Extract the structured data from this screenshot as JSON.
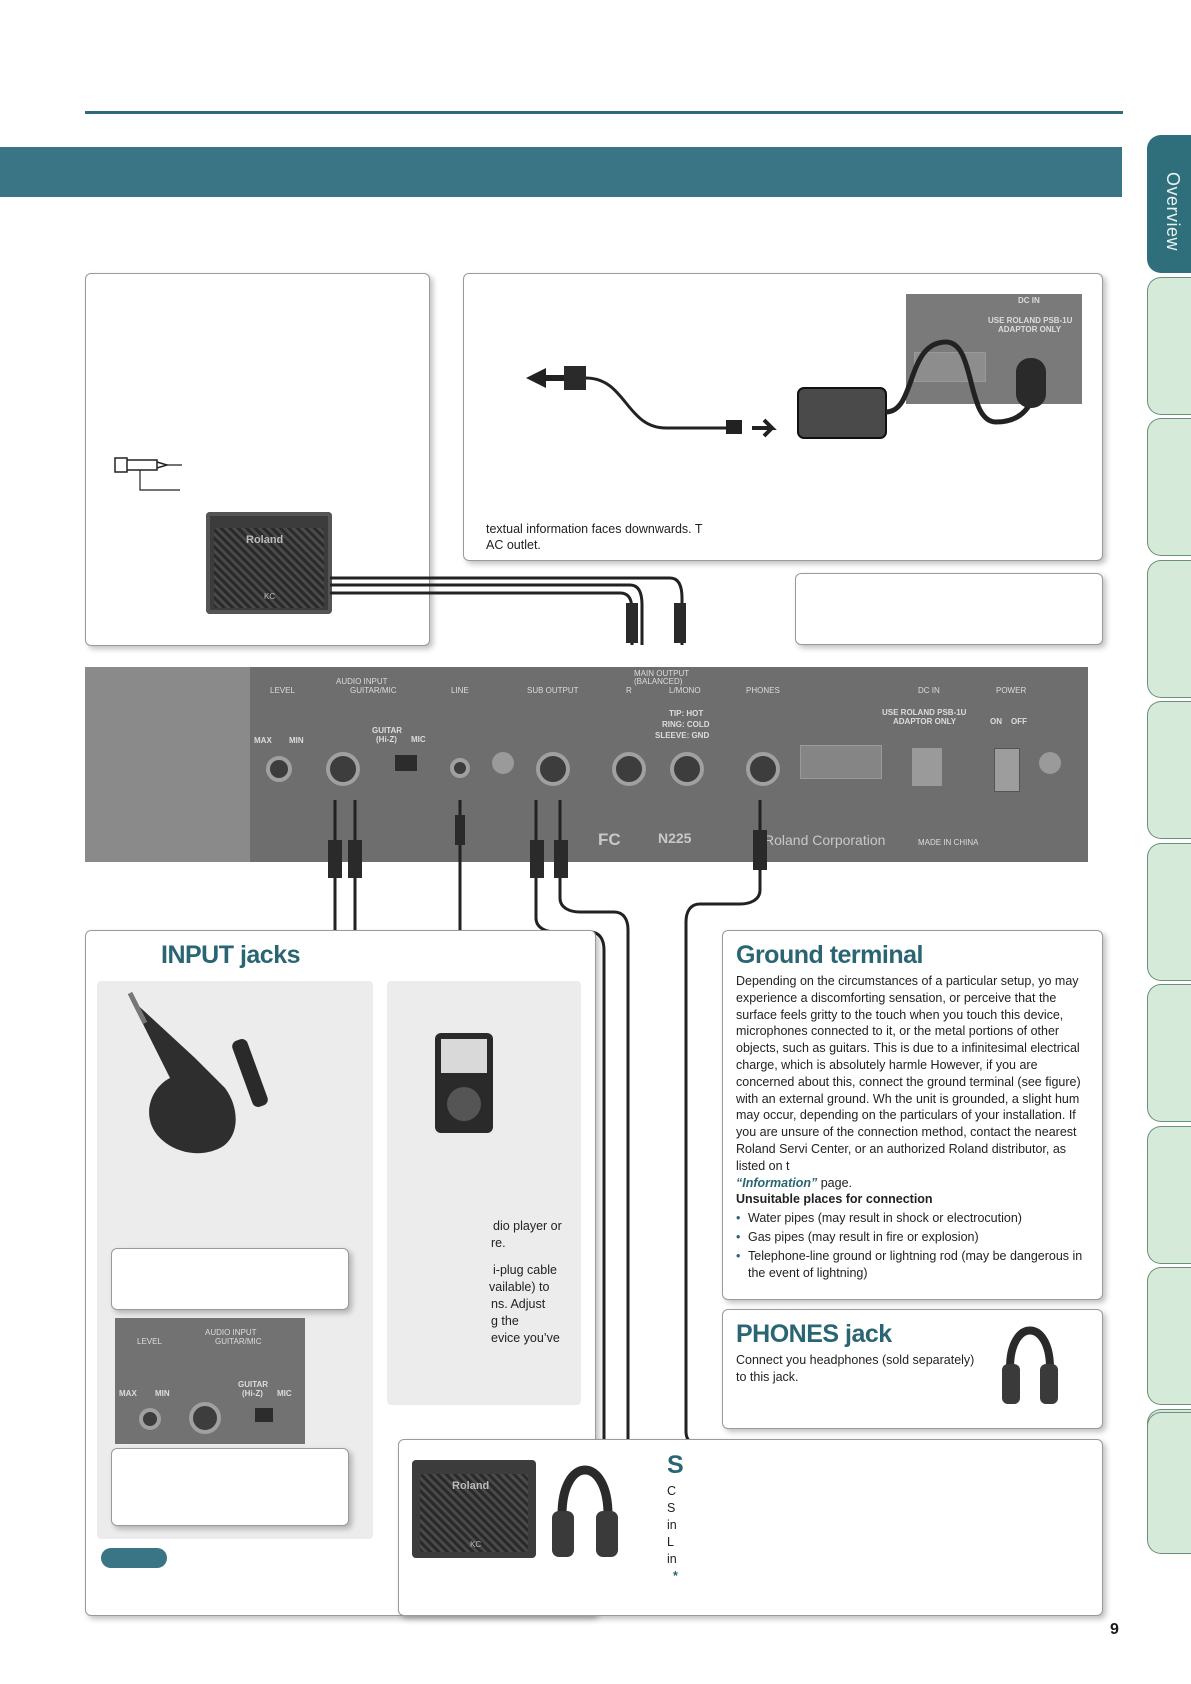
{
  "header": {
    "accent_color": "#3a7585"
  },
  "side_tabs": {
    "active_label": "Overview",
    "count": 11
  },
  "ac_box": {
    "text_line1": "textual information faces downwards.  T",
    "text_line2": "AC outlet.",
    "dc_label": "DC IN",
    "dc_note_line1": "USE ROLAND PSB-1U",
    "dc_note_line2": "ADAPTOR ONLY"
  },
  "panel": {
    "audio_input": "AUDIO INPUT",
    "level": "LEVEL",
    "guitar_mic": "GUITAR/MIC",
    "line": "LINE",
    "sub_output": "SUB OUTPUT",
    "main_output": "MAIN OUTPUT",
    "balanced": "(BALANCED)",
    "r": "R",
    "l_mono": "L/MONO",
    "phones": "PHONES",
    "dc_in": "DC IN",
    "power": "POWER",
    "adaptor1": "USE ROLAND PSB-1U",
    "adaptor2": "ADAPTOR ONLY",
    "on": "ON",
    "off": "OFF",
    "max": "MAX",
    "min": "MIN",
    "guitar": "GUITAR",
    "hiz": "(Hi-Z)",
    "mic": "MIC",
    "tip": "TIP: HOT",
    "ring": "RING: COLD",
    "sleeve": "SLEEVE: GND",
    "fcc": "FC",
    "n225": "N225",
    "corp": "Roland Corporation",
    "made": "MADE IN CHINA"
  },
  "input_section": {
    "title": "INPUT jacks",
    "line_frag": [
      "dio player or",
      "re.",
      "i-plug cable",
      "vailable) to",
      "ns. Adjust",
      "g the",
      "evice you’ve"
    ],
    "inset_audio_input": "AUDIO INPUT",
    "inset_level": "LEVEL",
    "inset_guitar_mic": "GUITAR/MIC",
    "inset_guitar": "GUITAR",
    "inset_hiz": "(Hi-Z)",
    "inset_mic": "MIC",
    "inset_max": "MAX",
    "inset_min": "MIN"
  },
  "ground_section": {
    "title": "Ground terminal",
    "body": "Depending on the circumstances of a particular setup, yo may experience a discomforting sensation, or perceive that the surface feels gritty to the touch when you touch this device, microphones connected to it, or the metal portions of other objects, such as guitars. This is due to a infinitesimal electrical charge, which is absolutely harmle However, if you are concerned about this, connect the ground terminal (see figure) with an external ground. Wh the unit is grounded, a slight hum may occur, depending on the particulars of your installation. If you are unsure of the connection method, contact the nearest Roland Servi Center, or an authorized Roland distributor, as listed on t",
    "link": "“Information”",
    "link_after": " page.",
    "subhead": "Unsuitable places for connection",
    "items": [
      "Water pipes (may result in shock or electrocution)",
      "Gas pipes (may result in fire or explosion)",
      "Telephone-line ground or lightning rod (may be dangerous in the event of lightning)"
    ]
  },
  "phones_section": {
    "title": "PHONES jack",
    "body": "Connect you headphones (sold separately) to this jack."
  },
  "sub_section": {
    "title": "S",
    "frags": [
      "C",
      "S",
      "in",
      "L",
      "in",
      "*"
    ]
  },
  "amp_brand": "Roland",
  "amp_model": "KC",
  "page_number": "9"
}
